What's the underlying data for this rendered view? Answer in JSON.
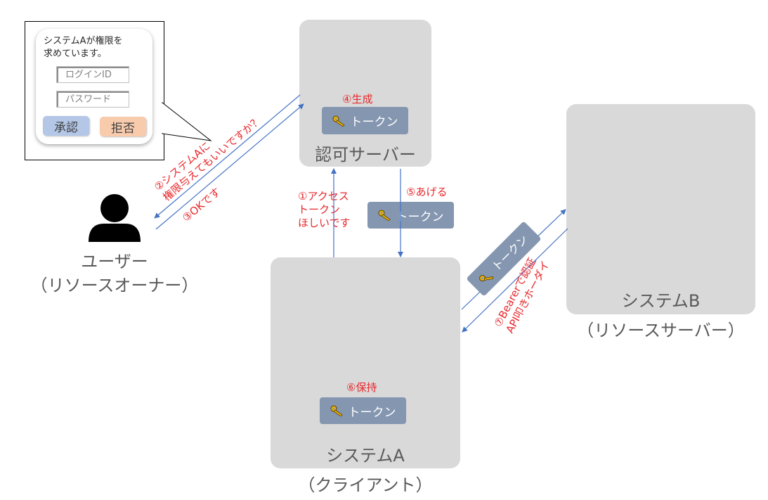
{
  "dialog": {
    "message_line1": "システムAが権限を",
    "message_line2": "求めています。",
    "login_placeholder": "ログインID",
    "password_placeholder": "パスワード",
    "approve_label": "承認",
    "deny_label": "拒否"
  },
  "auth_server": {
    "label": "認可サーバー"
  },
  "system_a": {
    "label": "システムA",
    "sublabel": "（クライアント）"
  },
  "system_b": {
    "label": "システムB",
    "sublabel": "（リソースサーバー）"
  },
  "user": {
    "label": "ユーザー",
    "sublabel": "（リソースオーナー）"
  },
  "token_label": "トークン",
  "steps": {
    "step1_line1": "①アクセス",
    "step1_line2": "トークン",
    "step1_line3": "ほしいです",
    "step2_line1": "②システムAに",
    "step2_line2": "権限与えてもいいですか？",
    "step3": "③OKです",
    "step4": "④生成",
    "step5": "⑤あげる",
    "step6": "⑥保持",
    "step7_line1": "⑦Bearerで認証",
    "step7_line2": "API叩きホーダイ"
  },
  "colors": {
    "box_gray": "#d9d9d9",
    "token_blue": "#8496b0",
    "arrow_blue": "#4472c4",
    "step_red": "#e8282c",
    "approve_bg": "#b4c7e7",
    "deny_bg": "#f8cbad",
    "key_gold": "#f0b400"
  }
}
